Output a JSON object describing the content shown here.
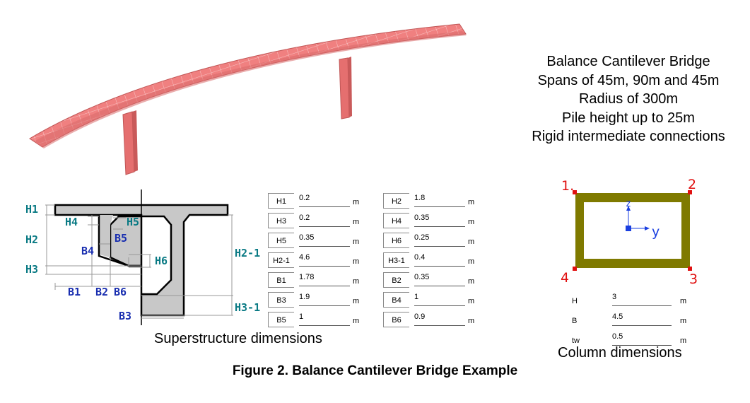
{
  "description": {
    "lines": [
      "Balance Cantilever Bridge",
      "Spans of 45m, 90m and 45m",
      "Radius of 300m",
      "Pile height up to 25m",
      "Rigid intermediate connections"
    ]
  },
  "superstructure": {
    "caption": "Superstructure dimensions",
    "labels": {
      "H1": "H1",
      "H2": "H2",
      "H3": "H3",
      "H4": "H4",
      "H5": "H5",
      "H6": "H6",
      "H2_1": "H2-1",
      "H3_1": "H3-1",
      "B1": "B1",
      "B2": "B2",
      "B3": "B3",
      "B4": "B4",
      "B5": "B5",
      "B6": "B6"
    },
    "table_left": [
      {
        "key": "H1",
        "value": "0.2",
        "unit": "m"
      },
      {
        "key": "H3",
        "value": "0.2",
        "unit": "m"
      },
      {
        "key": "H5",
        "value": "0.35",
        "unit": "m"
      },
      {
        "key": "H2-1",
        "value": "4.6",
        "unit": "m"
      },
      {
        "key": "B1",
        "value": "1.78",
        "unit": "m"
      },
      {
        "key": "B3",
        "value": "1.9",
        "unit": "m"
      },
      {
        "key": "B5",
        "value": "1",
        "unit": "m"
      }
    ],
    "table_right": [
      {
        "key": "H2",
        "value": "1.8",
        "unit": "m"
      },
      {
        "key": "H4",
        "value": "0.35",
        "unit": "m"
      },
      {
        "key": "H6",
        "value": "0.25",
        "unit": "m"
      },
      {
        "key": "H3-1",
        "value": "0.4",
        "unit": "m"
      },
      {
        "key": "B2",
        "value": "0.35",
        "unit": "m"
      },
      {
        "key": "B4",
        "value": "1",
        "unit": "m"
      },
      {
        "key": "B6",
        "value": "0.9",
        "unit": "m"
      }
    ]
  },
  "column": {
    "caption": "Column dimensions",
    "corner_labels": [
      "1.",
      "2",
      "4",
      "3"
    ],
    "axis_labels": {
      "z": "z",
      "y": "y"
    },
    "table": [
      {
        "key": "H",
        "value": "3",
        "unit": "m"
      },
      {
        "key": "B",
        "value": "4.5",
        "unit": "m"
      },
      {
        "key": "tw",
        "value": "0.5",
        "unit": "m"
      }
    ],
    "colors": {
      "frame": "#7f7a00",
      "corner": "#e01010",
      "axis": "#1a3fe0"
    }
  },
  "colors": {
    "deck": "#f08080",
    "deck_dark": "#d96a6a",
    "dim_teal": "#0a7a84",
    "dim_blue": "#1a2fb0",
    "section_fill": "#c8c8c8"
  },
  "figure_title": "Figure 2. Balance Cantilever Bridge Example"
}
